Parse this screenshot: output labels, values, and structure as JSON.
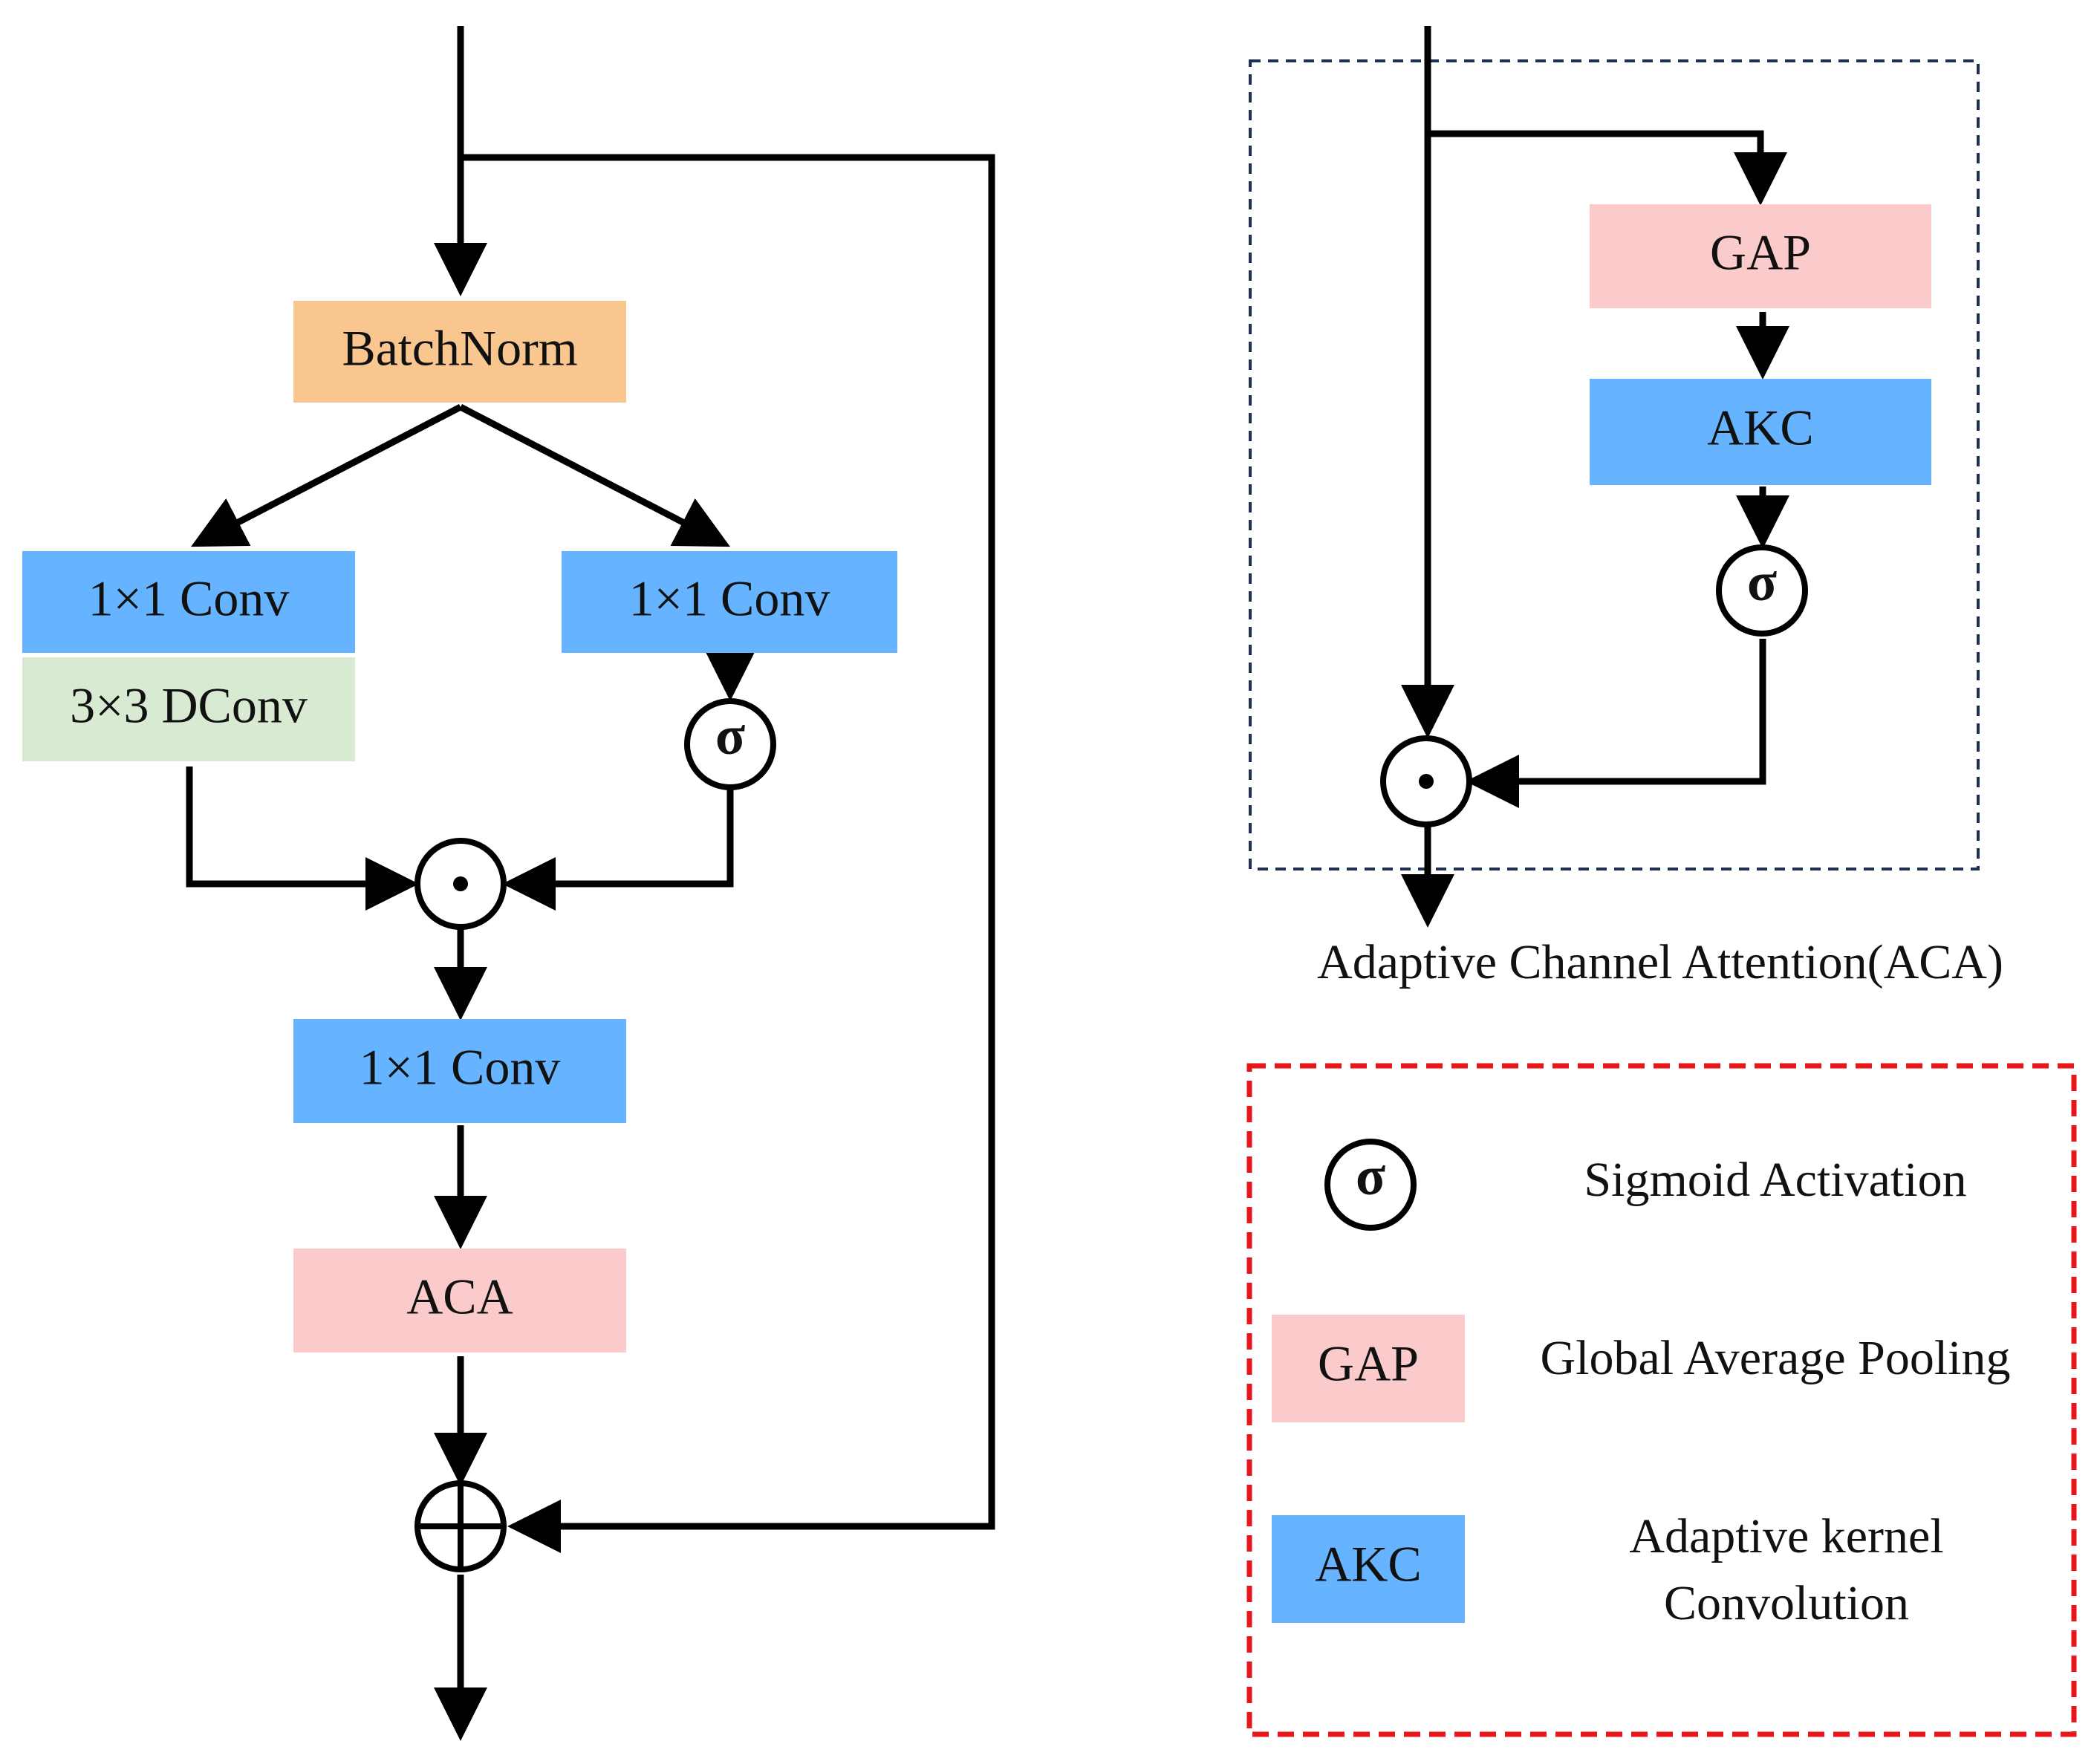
{
  "colors": {
    "batchnorm": "#f9c690",
    "conv": "#66b3ff",
    "dconv": "#d9ead3",
    "pink": "#fbcaca",
    "akc": "#66b3ff",
    "legend_border": "#e8151b",
    "aca_border": "#1f2f4f",
    "line": "#000000"
  },
  "main_block": {
    "batchnorm": "BatchNorm",
    "conv_left": "1×1 Conv",
    "dconv": "3×3 DConv",
    "conv_right": "1×1 Conv",
    "sigma": "σ",
    "multiply": "⊙",
    "conv_out": "1×1 Conv",
    "aca": "ACA",
    "add": "⊕"
  },
  "aca_block": {
    "gap": "GAP",
    "akc": "AKC",
    "sigma": "σ",
    "multiply": "⊙",
    "caption": "Adaptive Channel Attention(ACA)"
  },
  "legend": {
    "sigma_symbol": "σ",
    "sigma_desc": "Sigmoid Activation",
    "gap_label": "GAP",
    "gap_desc": "Global Average Pooling",
    "akc_label": "AKC",
    "akc_desc_line1": "Adaptive kernel",
    "akc_desc_line2": "Convolution"
  },
  "icons": [
    "sigma-icon",
    "multiply-icon",
    "add-icon",
    "arrow-icon"
  ]
}
